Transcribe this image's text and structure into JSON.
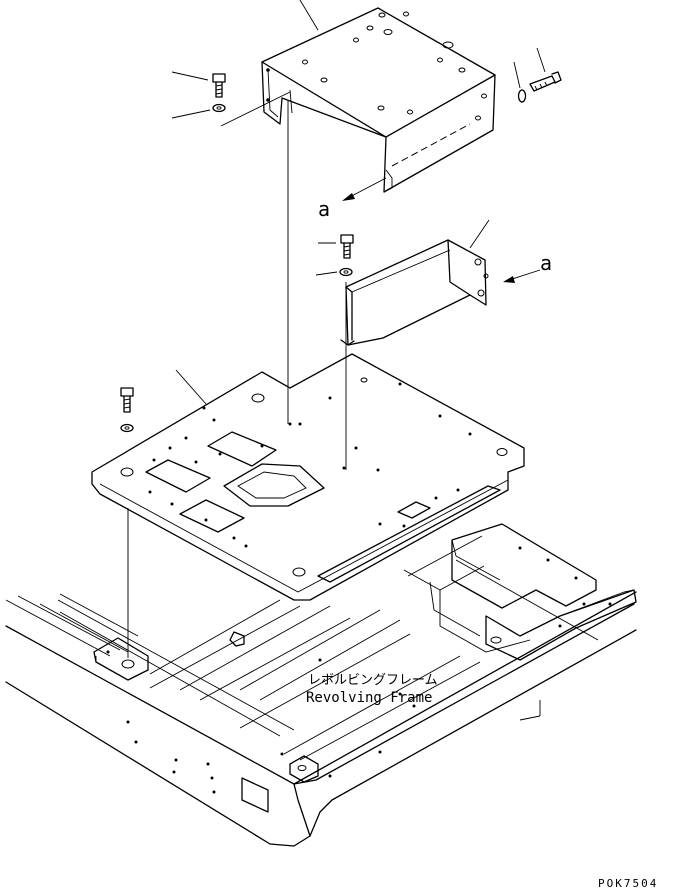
{
  "labels": {
    "frame_jp": "レボルビングフレーム",
    "frame_en": "Revolving Frame",
    "view_a_upper": "a",
    "view_a_lower": "a",
    "drawing_code": "POK7504"
  },
  "colors": {
    "line": "#000000",
    "background": "#ffffff"
  }
}
